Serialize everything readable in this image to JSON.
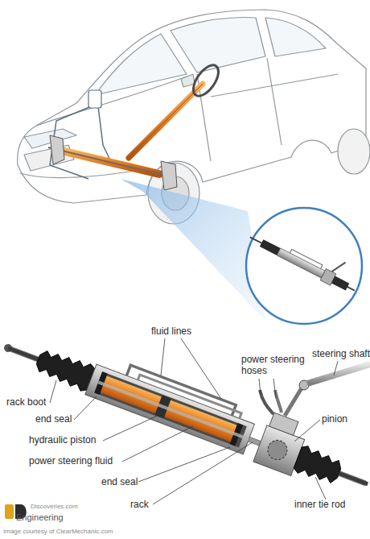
{
  "diagram": {
    "labels": [
      "fluid lines",
      "steering shaft",
      "power steering hoses",
      "rack boot",
      "end seal",
      "pinion",
      "hydraulic piston",
      "power steering fluid",
      "end seal",
      "rack",
      "inner tie rod",
      "Discoveries.com",
      "Engineering",
      "Image courtesy of ClearMechanic.com"
    ]
  }
}
